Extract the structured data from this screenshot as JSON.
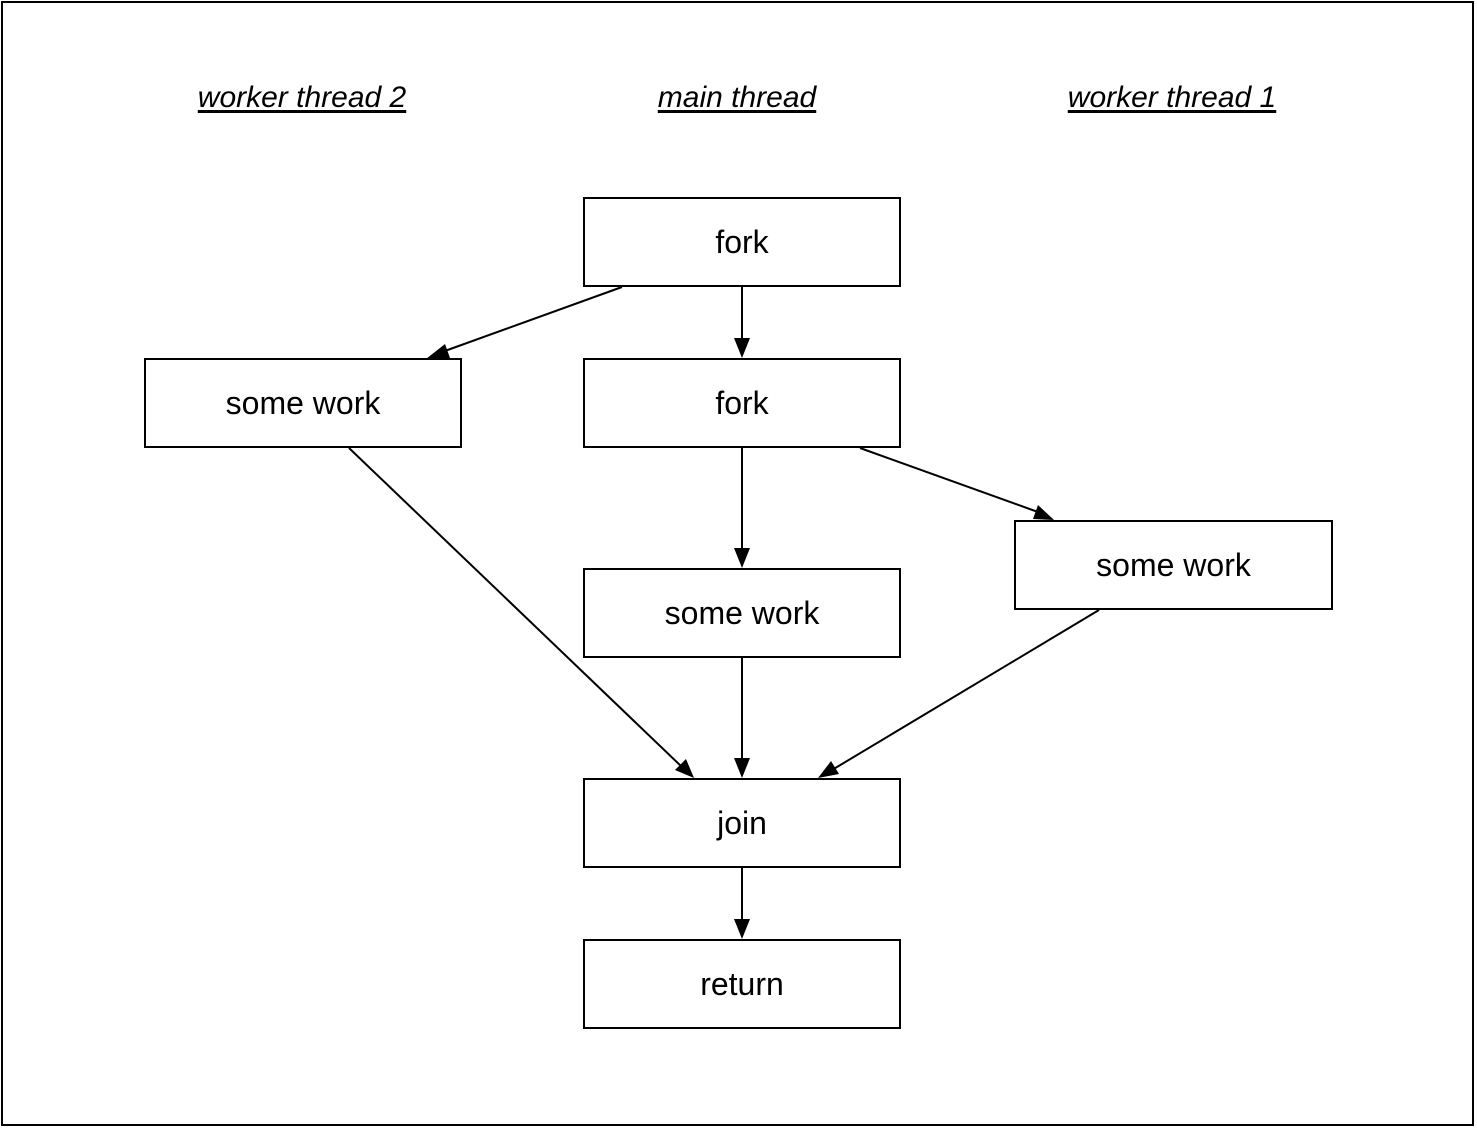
{
  "lanes": {
    "worker_2": "worker thread 2",
    "main": "main thread",
    "worker_1": "worker thread 1"
  },
  "nodes": {
    "fork_1": "fork",
    "fork_2": "fork",
    "work_worker_2": "some work",
    "work_main": "some work",
    "work_worker_1": "some work",
    "join": "join",
    "return": "return"
  },
  "edges": [
    {
      "from": "fork_1",
      "to": "work_worker_2"
    },
    {
      "from": "fork_1",
      "to": "fork_2"
    },
    {
      "from": "fork_2",
      "to": "work_main"
    },
    {
      "from": "fork_2",
      "to": "work_worker_1"
    },
    {
      "from": "work_worker_2",
      "to": "join"
    },
    {
      "from": "work_main",
      "to": "join"
    },
    {
      "from": "work_worker_1",
      "to": "join"
    },
    {
      "from": "join",
      "to": "return"
    }
  ],
  "colors": {
    "stroke": "#000000",
    "background": "#ffffff"
  }
}
